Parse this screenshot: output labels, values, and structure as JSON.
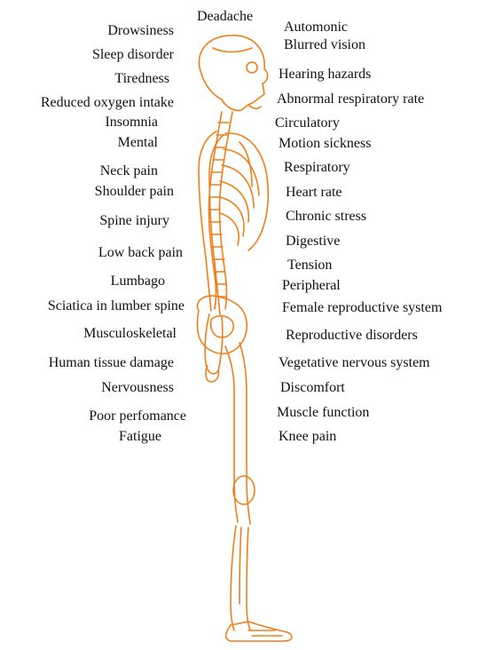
{
  "colors": {
    "skeleton_stroke": "#f07f1a",
    "label_text": "#111111",
    "background": "#ffffff"
  },
  "top_label": "Deadache",
  "left_labels": [
    "Drowsiness",
    "Sleep disorder",
    "Tiredness",
    "Reduced oxygen intake",
    "Insomnia",
    "Mental",
    "Neck pain",
    "Shoulder pain",
    "Spine injury",
    "Low back pain",
    "Lumbago",
    "Sciatica in lumber spine",
    "Musculoskeletal",
    "Human tissue damage",
    "Nervousness",
    "Poor perfomance",
    "Fatigue"
  ],
  "right_labels": [
    "Automonic",
    "Blurred vision",
    "Hearing hazards",
    "Abnormal respiratory rate",
    "Circulatory",
    "Motion sickness",
    "Respiratory",
    "Heart rate",
    "Chronic stress",
    "Digestive",
    "Tension",
    "Peripheral",
    "Female reproductive system",
    "Reproductive disorders",
    "Vegetative nervous system",
    "Discomfort",
    "Muscle function",
    "Knee pain"
  ]
}
